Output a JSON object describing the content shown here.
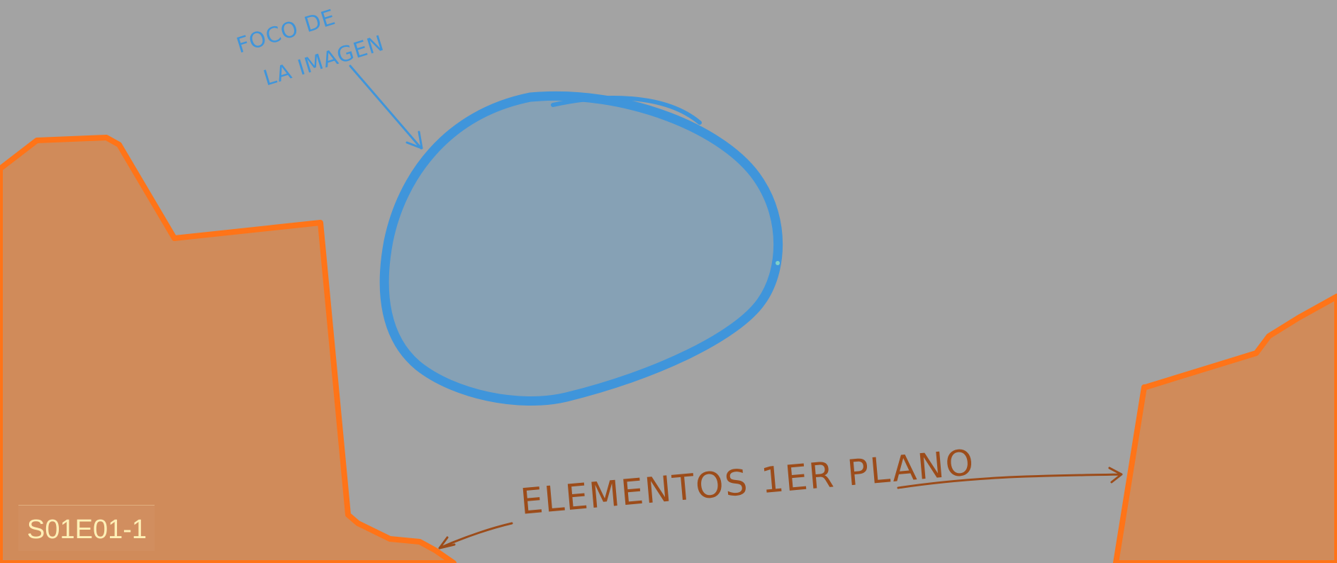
{
  "canvas": {
    "background": "#a3a3a3"
  },
  "annotations": {
    "focus": {
      "line1": "Foco de",
      "line2": "la imagen",
      "color": "#3f95db"
    },
    "foreground": {
      "text": "Elementos 1er plano",
      "color": "#9c4c1a"
    }
  },
  "scene": {
    "code": "S01E01-1"
  },
  "colors": {
    "terrain_fill": "#d08b5a",
    "terrain_outline": "#ff7418",
    "focus_fill": "#86a1b5",
    "focus_outline": "#3f95db"
  }
}
